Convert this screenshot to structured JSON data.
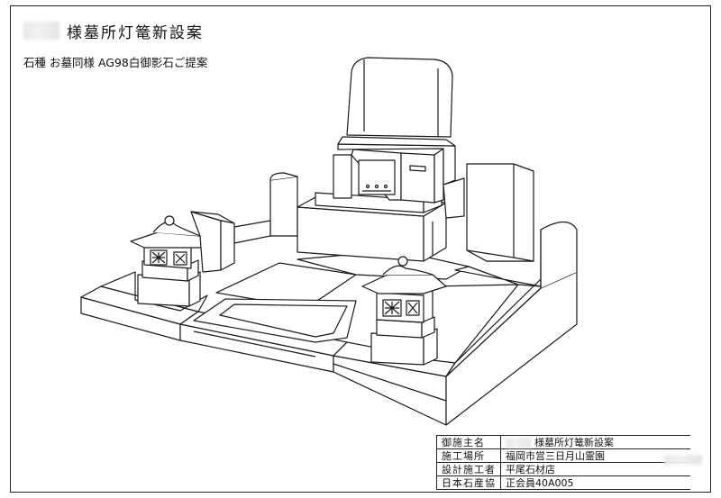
{
  "title": {
    "text": "様墓所灯篭新設案"
  },
  "subtitle": "石種 お墓同様 AG98白御影石ご提案",
  "info": {
    "rows": [
      {
        "label": "御施主名",
        "value": "様墓所灯篭新設案"
      },
      {
        "label": "施工場所",
        "value": "福岡市営三日月山霊園"
      },
      {
        "label": "設計施工者",
        "value": "平尾石材店"
      },
      {
        "label": "日本石産協",
        "value": "正会員40A005"
      }
    ]
  }
}
